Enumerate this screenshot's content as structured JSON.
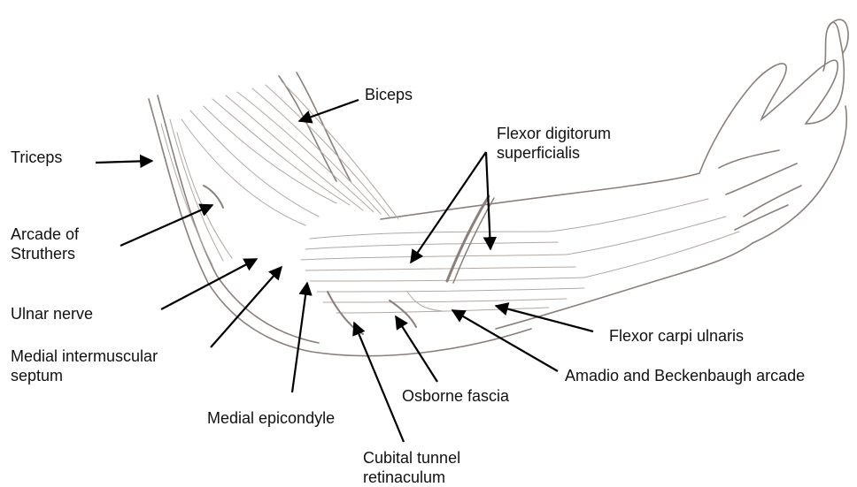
{
  "labels": {
    "triceps": "Triceps",
    "biceps": "Biceps",
    "arcade_of_struthers": "Arcade of\nStruthers",
    "flexor_digitorum_superficialis": "Flexor digitorum\nsuperficialis",
    "ulnar_nerve": "Ulnar nerve",
    "medial_intermuscular_septum": "Medial intermuscular\nseptum",
    "medial_epicondyle": "Medial epicondyle",
    "osborne_fascia": "Osborne fascia",
    "cubital_tunnel_retinaculum": "Cubital tunnel\nretinaculum",
    "flexor_carpi_ulnaris": "Flexor carpi ulnaris",
    "amadio_and_beckenbaugh_arcade": "Amadio and Beckenbaugh arcade"
  },
  "colors": {
    "sketch_line": "#8a7f7a",
    "sketch_shade": "#b2a8a2",
    "label_text": "#111111",
    "arrow": "#000000"
  }
}
